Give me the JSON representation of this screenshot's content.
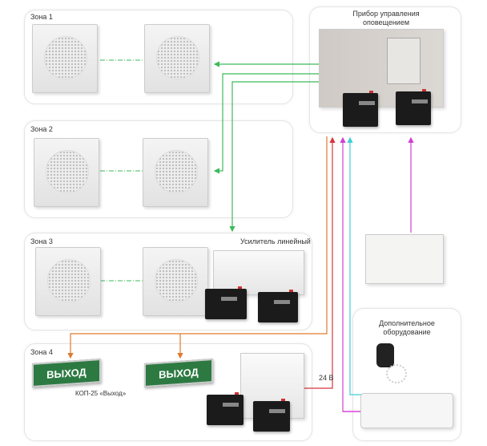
{
  "zones": [
    {
      "label": "Зона 1"
    },
    {
      "label": "Зона 2"
    },
    {
      "label": "Зона 3"
    },
    {
      "label": "Зона 4"
    }
  ],
  "panel": {
    "title_line1": "Прибор управления",
    "title_line2": "оповещением"
  },
  "amplifier": {
    "label": "Усилитель линейный"
  },
  "exit_sign": {
    "text": "ВЫХОД",
    "model": "КОП-25 «Выход»"
  },
  "power": {
    "voltage": "24 В"
  },
  "additional": {
    "title_line1": "Дополнительное",
    "title_line2": "оборудование"
  },
  "colors": {
    "green": "#3dbb5a",
    "orange": "#e07a2e",
    "red": "#d8343c",
    "magenta": "#d23fd2",
    "cyan": "#3fcfd6"
  }
}
